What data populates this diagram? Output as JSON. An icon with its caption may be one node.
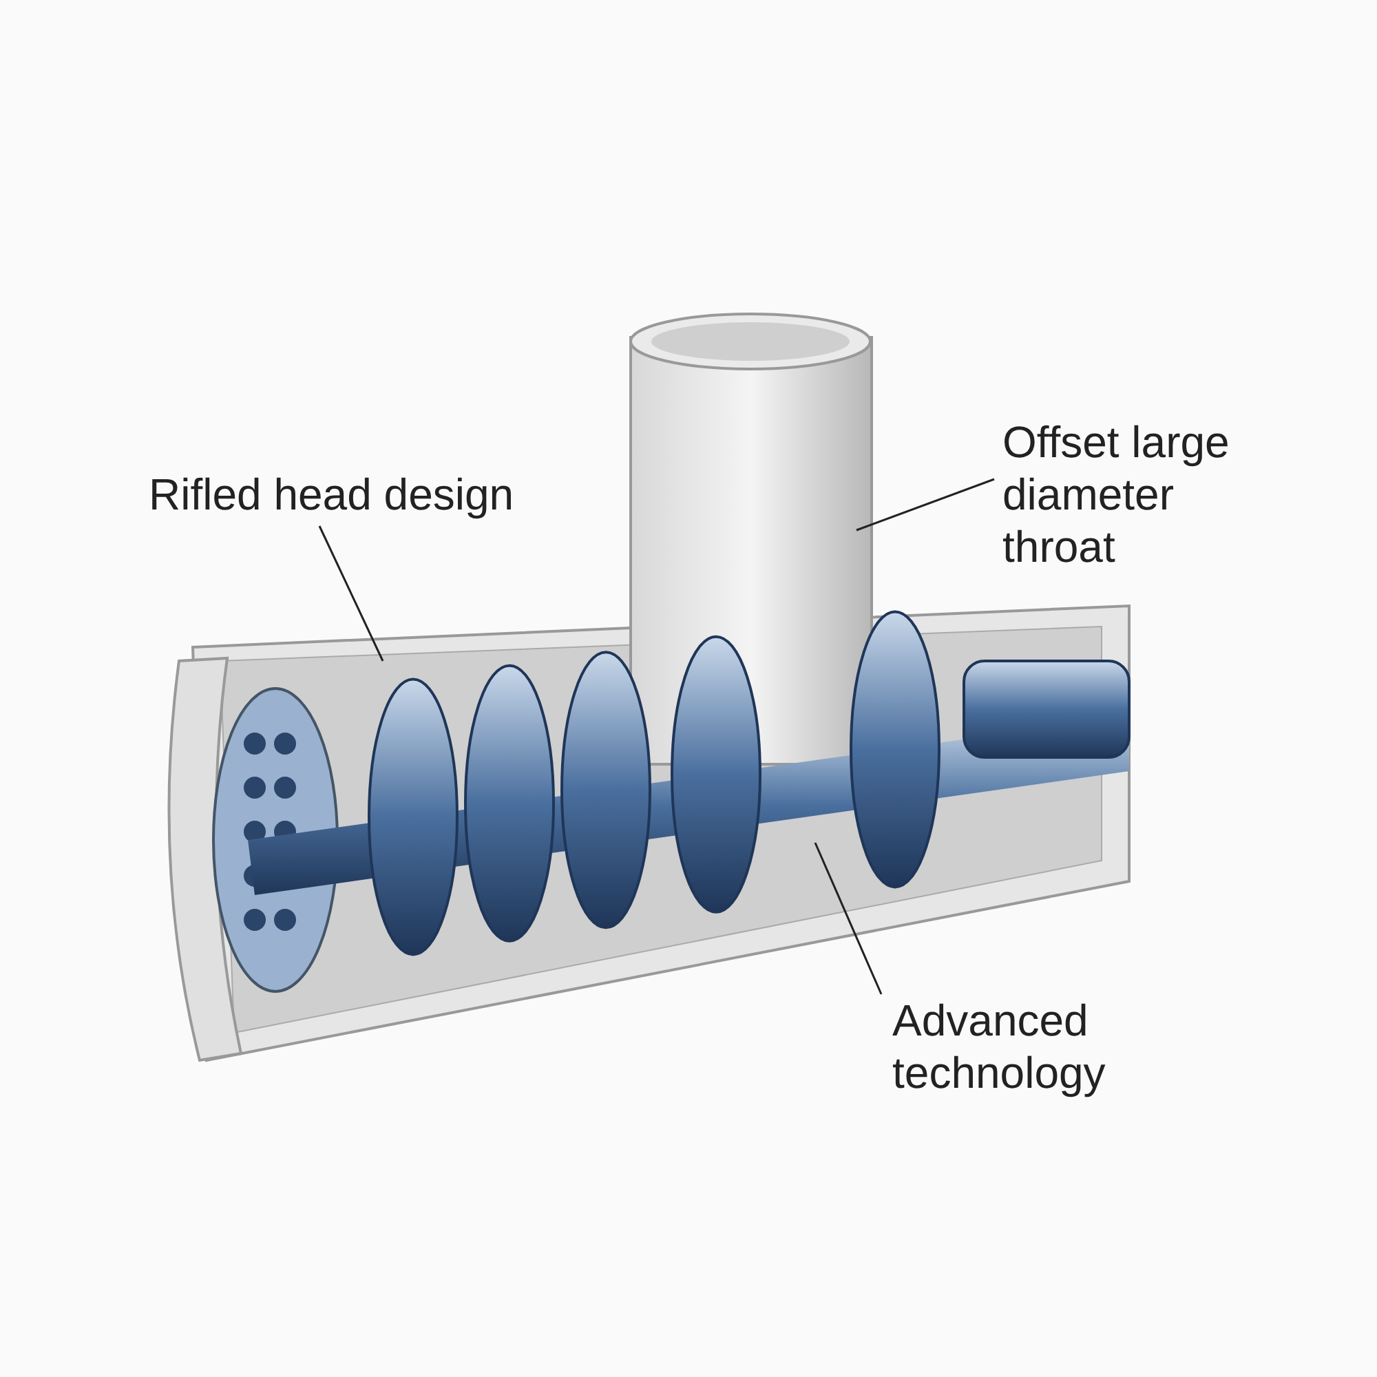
{
  "diagram": {
    "nodes": [
      {
        "text": [
          "Rifled head design"
        ]
      },
      {
        "text": [
          "Offset large diameter throat"
        ]
      },
      {
        "text": [
          "Advanced technology"
        ]
      }
    ],
    "edges": [
      {
        "from": 0,
        "to": null,
        "arrow": "none"
      },
      {
        "from": 1,
        "to": null,
        "arrow": "none"
      },
      {
        "from": 2,
        "to": null,
        "arrow": "none"
      }
    ]
  }
}
